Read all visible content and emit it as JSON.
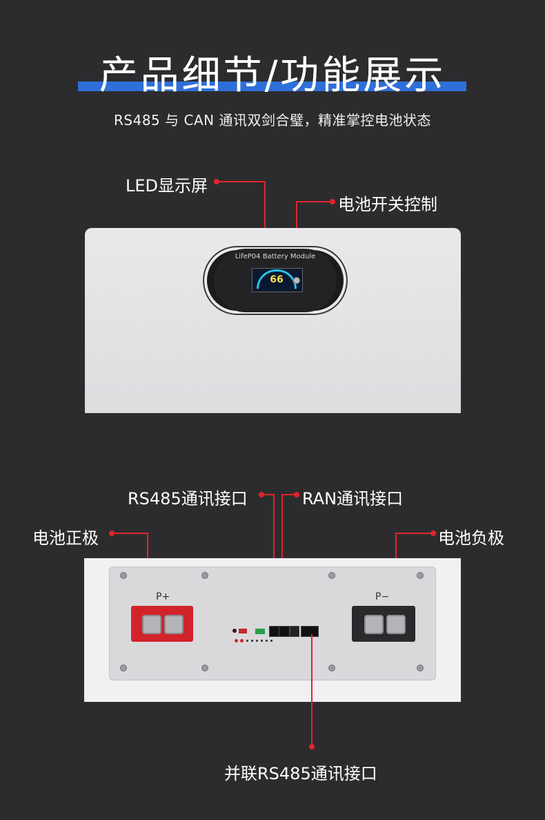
{
  "header": {
    "title": "产品细节/功能展示",
    "subtitle": "RS485 与 CAN 通讯双剑合璧，精准掌控电池状态"
  },
  "top_panel": {
    "callouts": {
      "led_display": "LED显示屏",
      "power_switch": "电池开关控制"
    },
    "module_label": "LifeP04 Battery Module",
    "lcd_value": "66"
  },
  "bottom_panel": {
    "callouts": {
      "rs485_port": "RS485通讯接口",
      "ran_port": "RAN通讯接口",
      "positive": "电池正极",
      "negative": "电池负极",
      "parallel_rs485": "并联RS485通讯接口"
    },
    "pos_label": "P+",
    "neg_label": "P−"
  },
  "colors": {
    "background": "#2c2c2e",
    "accent_blue": "#2f6fd9",
    "callout_red": "#e3242b",
    "positive_terminal": "#d2232a",
    "negative_terminal": "#2a2a2c"
  }
}
